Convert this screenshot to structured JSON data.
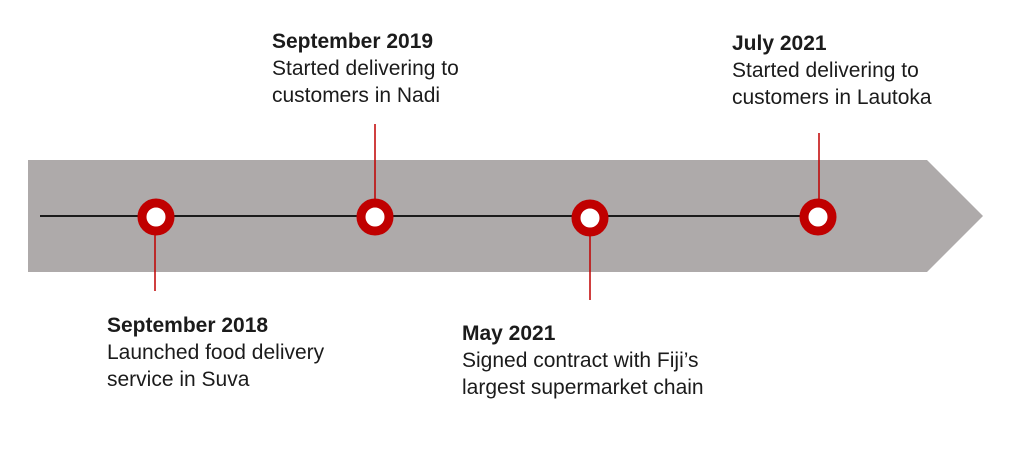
{
  "colors": {
    "arrow_fill": "#aeaaaa",
    "axis_line": "#1b1b1b",
    "milestone_ring": "#c00000",
    "milestone_center": "#ffffff",
    "connector": "#c00000",
    "text": "#1b1b1b"
  },
  "events": [
    {
      "date": "September 2018",
      "description": "Launched food delivery\nservice in Suva"
    },
    {
      "date": "September 2019",
      "description": "Started delivering to\ncustomers in Nadi"
    },
    {
      "date": "May 2021",
      "description": "Signed contract with Fiji’s\nlargest supermarket chain"
    },
    {
      "date": "July 2021",
      "description": "Started delivering to\ncustomers in Lautoka"
    }
  ]
}
